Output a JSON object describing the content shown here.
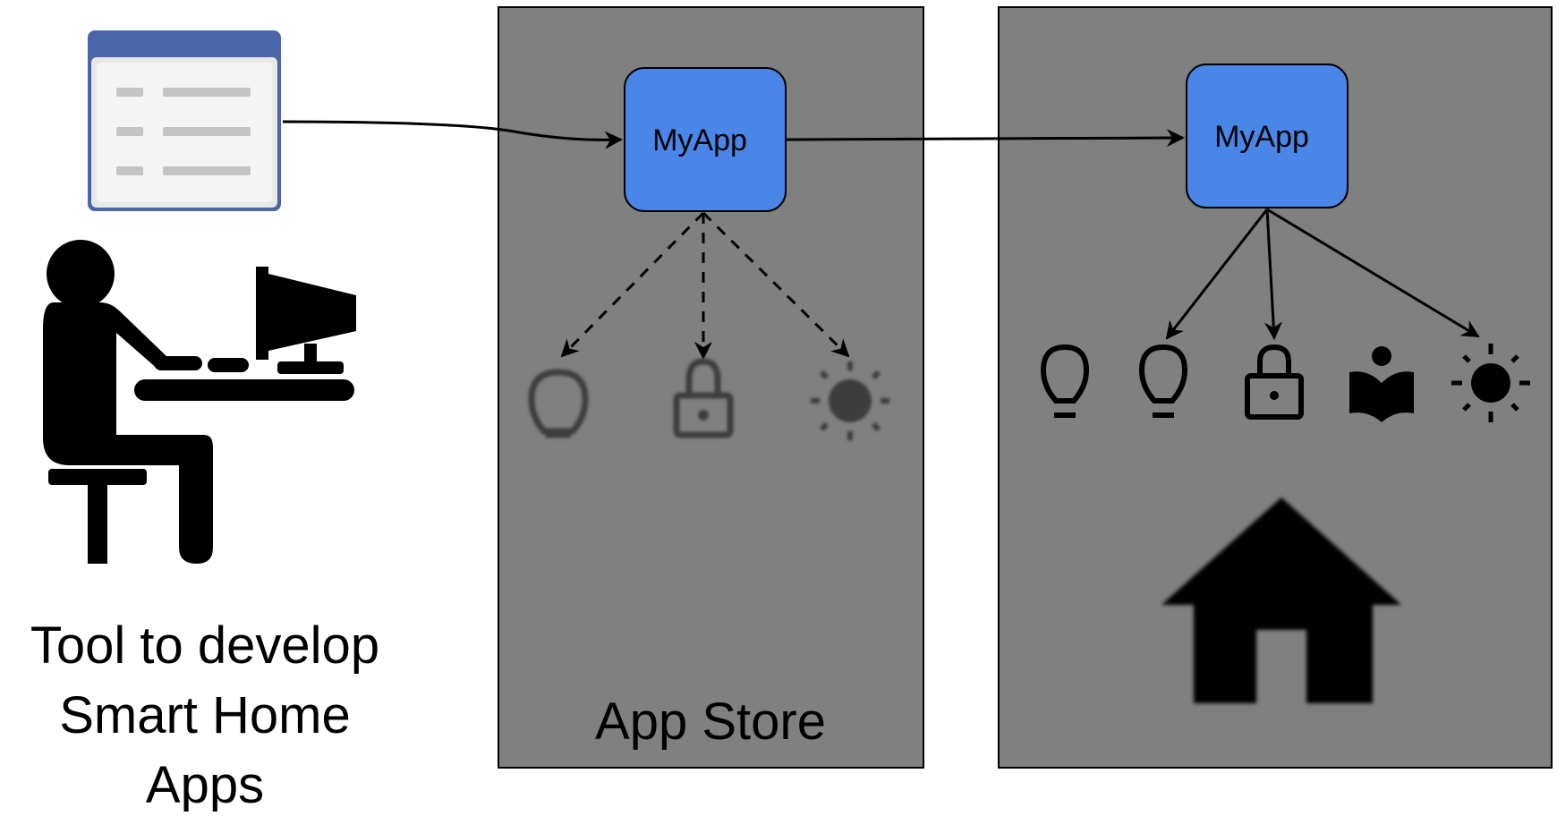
{
  "developer": {
    "caption_lines": [
      "Tool to develop",
      "Smart Home",
      "Apps"
    ]
  },
  "app_store": {
    "label": "App Store",
    "app_label": "MyApp",
    "panel_color": "#808080",
    "device_icons": [
      "lightbulb-icon",
      "lock-icon",
      "sun-icon"
    ]
  },
  "smart_home": {
    "app_label": "MyApp",
    "panel_color": "#808080",
    "device_icons": [
      "lightbulb-icon",
      "lightbulb-icon",
      "lock-icon",
      "reader-icon",
      "sun-icon"
    ],
    "home_icon": "house-icon"
  },
  "colors": {
    "app_box": "#4a86e8",
    "window_titlebar": "#4a65a8"
  }
}
